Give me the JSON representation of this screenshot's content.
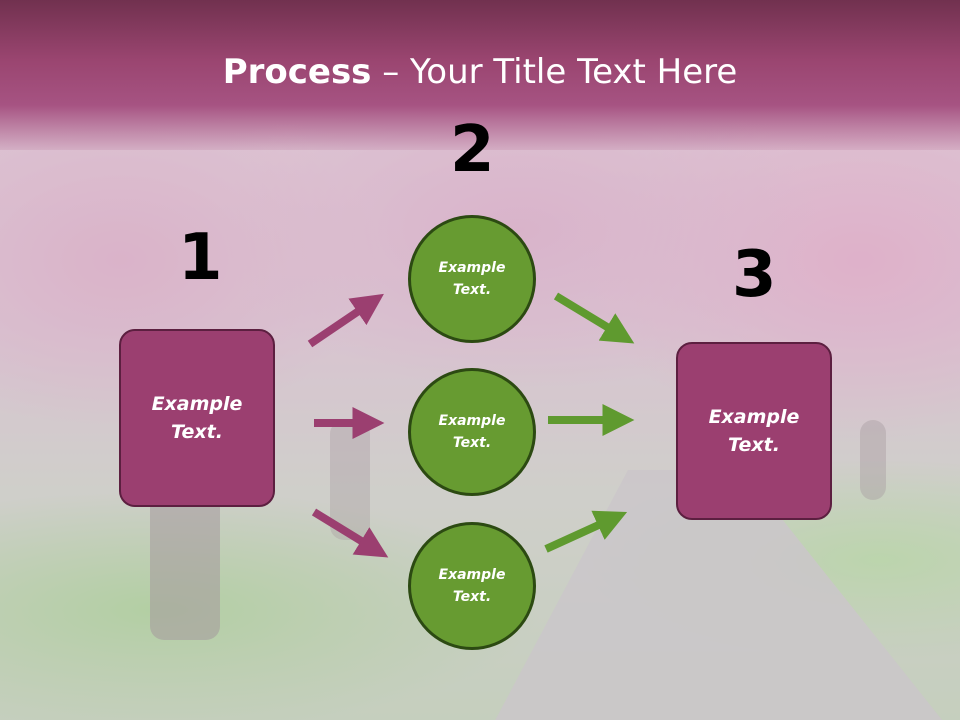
{
  "slide": {
    "title_bold": "Process",
    "title_rest": " – Your Title Text Here"
  },
  "steps": {
    "one": "1",
    "two": "2",
    "three": "3"
  },
  "left_box": {
    "text": "Example Text."
  },
  "circles": [
    {
      "text": "Example Text."
    },
    {
      "text": "Example Text."
    },
    {
      "text": "Example Text."
    }
  ],
  "right_box": {
    "text": "Example Text."
  },
  "colors": {
    "title_bar": "#9a4570",
    "box_fill": "#9b3f70",
    "circle_fill": "#679b31",
    "arrow_magenta": "#9b3f70",
    "arrow_green": "#5f9a2f"
  }
}
